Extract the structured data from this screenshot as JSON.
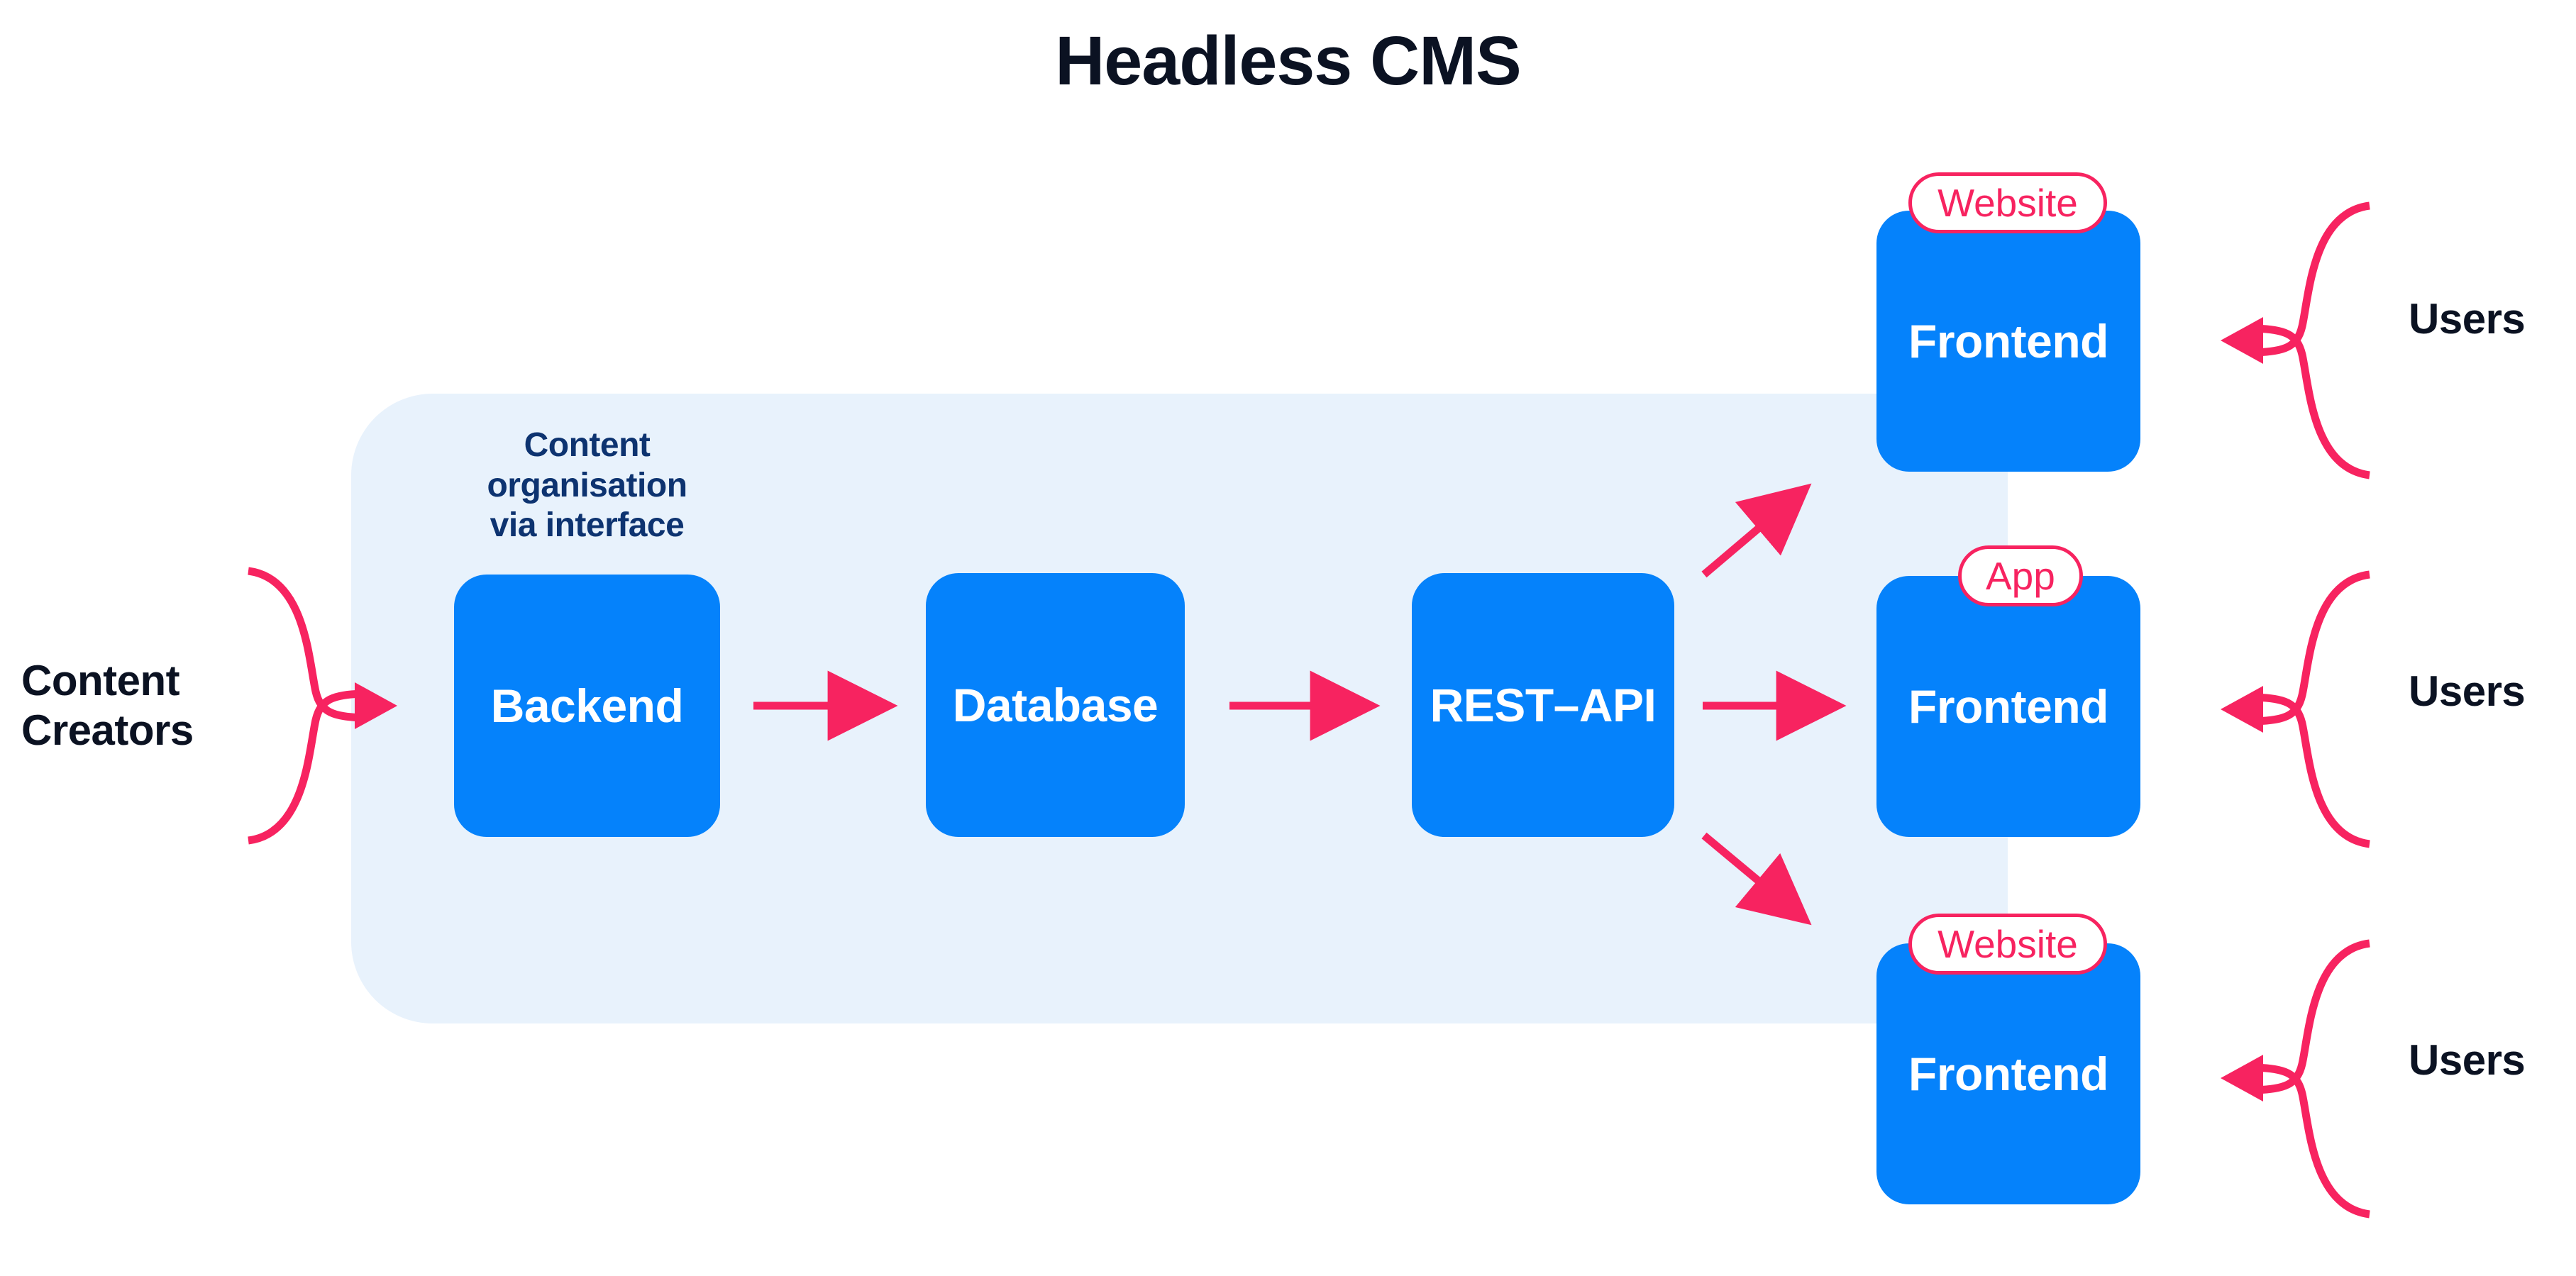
{
  "page": {
    "title": "Headless CMS",
    "background_color": "#ffffff"
  },
  "colors": {
    "title_text": "#0B1222",
    "node_blue": "#0582FB",
    "panel_blue": "#E8F2FC",
    "accent_pink": "#F72360",
    "note_navy": "#0D3370",
    "node_label": "#ffffff"
  },
  "cms_panel": {
    "name": "headless-cms-region",
    "note": "Content organisation via interface",
    "note_lines": [
      "Content",
      "organisation",
      "via interface"
    ]
  },
  "nodes": [
    {
      "id": "backend",
      "label": "Backend"
    },
    {
      "id": "database",
      "label": "Database"
    },
    {
      "id": "rest-api",
      "label": "REST–API"
    },
    {
      "id": "frontend-1",
      "label": "Frontend",
      "badge": "Website"
    },
    {
      "id": "frontend-2",
      "label": "Frontend",
      "badge": "App"
    },
    {
      "id": "frontend-3",
      "label": "Frontend",
      "badge": "Website"
    }
  ],
  "left_actor": {
    "label_lines": [
      "Content",
      "Creators"
    ],
    "label": "Content Creators"
  },
  "right_actors": [
    {
      "label": "Users"
    },
    {
      "label": "Users"
    },
    {
      "label": "Users"
    }
  ],
  "connectors": [
    {
      "from": "backend",
      "to": "database",
      "style": "straight-right"
    },
    {
      "from": "database",
      "to": "rest-api",
      "style": "straight-right"
    },
    {
      "from": "rest-api",
      "to": "frontend-1",
      "style": "diagonal-up-right"
    },
    {
      "from": "rest-api",
      "to": "frontend-2",
      "style": "straight-right"
    },
    {
      "from": "rest-api",
      "to": "frontend-3",
      "style": "diagonal-down-right"
    },
    {
      "from": "content-creators",
      "to": "backend",
      "style": "brace-right"
    },
    {
      "from": "frontend-1",
      "to": "users-1",
      "style": "brace-left"
    },
    {
      "from": "frontend-2",
      "to": "users-2",
      "style": "brace-left"
    },
    {
      "from": "frontend-3",
      "to": "users-3",
      "style": "brace-left"
    }
  ]
}
